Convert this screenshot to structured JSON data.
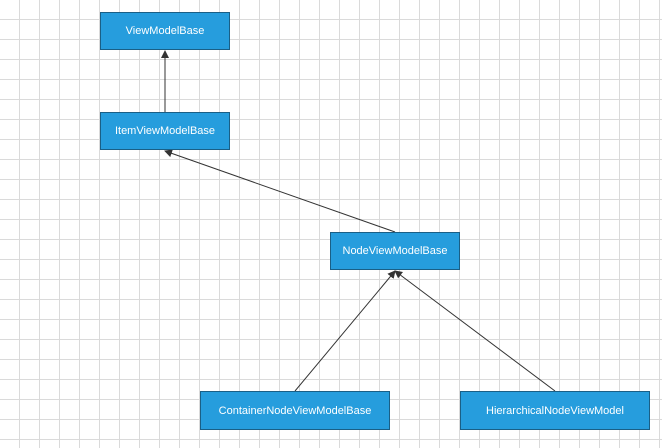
{
  "diagram": {
    "colors": {
      "node_fill": "#269ddd",
      "node_border": "#1a5f86",
      "node_text": "#ffffff",
      "edge": "#333333",
      "grid": "#dadada",
      "background": "#ffffff"
    },
    "nodes": {
      "viewmodelbase": {
        "label": "ViewModelBase"
      },
      "itemviewmodelbase": {
        "label": "ItemViewModelBase"
      },
      "nodeviewmodelbase": {
        "label": "NodeViewModelBase"
      },
      "containernodeviewmodelbase": {
        "label": "ContainerNodeViewModelBase"
      },
      "hierarchicalnodeviewmodel": {
        "label": "HierarchicalNodeViewModel"
      }
    },
    "edges": [
      {
        "from": "itemviewmodelbase",
        "to": "viewmodelbase"
      },
      {
        "from": "nodeviewmodelbase",
        "to": "itemviewmodelbase"
      },
      {
        "from": "containernodeviewmodelbase",
        "to": "nodeviewmodelbase"
      },
      {
        "from": "hierarchicalnodeviewmodel",
        "to": "nodeviewmodelbase"
      }
    ]
  }
}
